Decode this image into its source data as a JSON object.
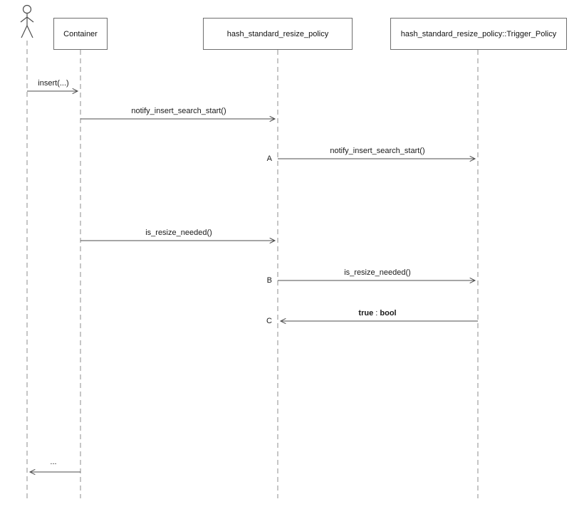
{
  "diagram": {
    "participants": [
      {
        "label": "Container"
      },
      {
        "label": "hash_standard_resize_policy"
      },
      {
        "label": "hash_standard_resize_policy::Trigger_Policy"
      }
    ],
    "messages": [
      {
        "label": "insert(...)"
      },
      {
        "label": "notify_insert_search_start()"
      },
      {
        "label": "notify_insert_search_start()",
        "marker": "A"
      },
      {
        "label": "is_resize_needed()"
      },
      {
        "label": "is_resize_needed()",
        "marker": "B"
      },
      {
        "marker": "C",
        "value": "true",
        "separator": ":",
        "type": "bool"
      },
      {
        "label": "..."
      }
    ]
  }
}
